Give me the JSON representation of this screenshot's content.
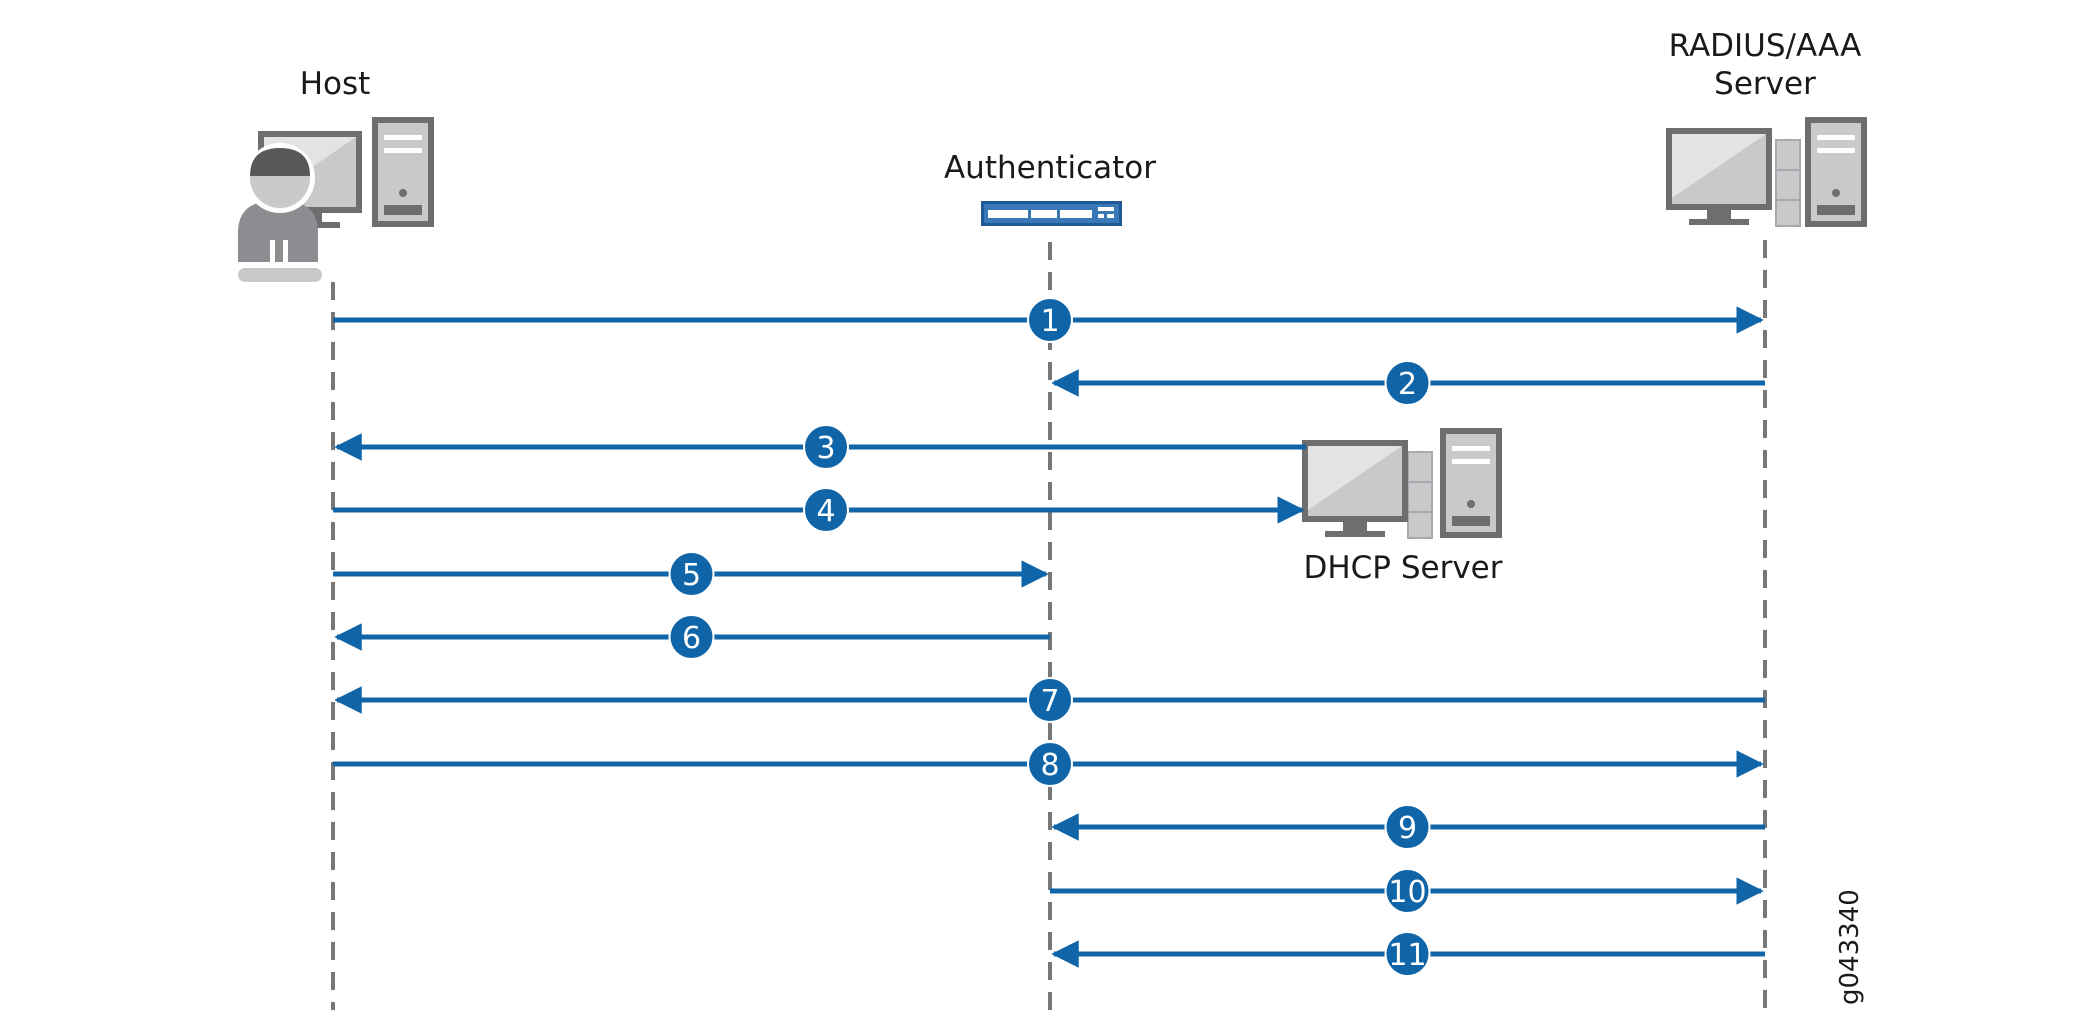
{
  "participants": {
    "host": {
      "label": "Host"
    },
    "authenticator": {
      "label": "Authenticator"
    },
    "radius": {
      "label_line1": "RADIUS/AAA",
      "label_line2": "Server"
    },
    "dhcp": {
      "label": "DHCP Server"
    }
  },
  "messages": [
    {
      "step": "1",
      "from": "host",
      "to": "radius"
    },
    {
      "step": "2",
      "from": "radius",
      "to": "authenticator"
    },
    {
      "step": "3",
      "from": "dhcp",
      "to": "host"
    },
    {
      "step": "4",
      "from": "host",
      "to": "dhcp"
    },
    {
      "step": "5",
      "from": "host",
      "to": "authenticator"
    },
    {
      "step": "6",
      "from": "authenticator",
      "to": "host"
    },
    {
      "step": "7",
      "from": "radius",
      "to": "host"
    },
    {
      "step": "8",
      "from": "host",
      "to": "radius"
    },
    {
      "step": "9",
      "from": "radius",
      "to": "authenticator"
    },
    {
      "step": "10",
      "from": "authenticator",
      "to": "radius"
    },
    {
      "step": "11",
      "from": "radius",
      "to": "authenticator"
    }
  ],
  "figure_id": "g043340",
  "colors": {
    "arrow": "#0f65a8",
    "lifeline": "#777777",
    "icon_dark": "#6d6e70",
    "icon_light": "#c8c9cb",
    "icon_mid": "#a7a9ac",
    "switch": "#1e5a96"
  }
}
